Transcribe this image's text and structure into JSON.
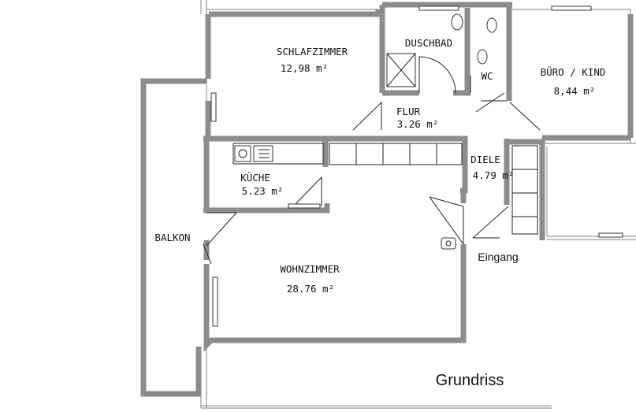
{
  "plan": {
    "title": "Grundriss",
    "entrance_label": "Eingang",
    "rooms": [
      {
        "id": "schlafzimmer",
        "name": "SCHLAFZIMMER",
        "area": "12,98 m²"
      },
      {
        "id": "duschbad",
        "name": "DUSCHBAD",
        "area": ""
      },
      {
        "id": "wc",
        "name": "WC",
        "area": ""
      },
      {
        "id": "buero",
        "name": "BÜRO / KIND",
        "area": "8,44 m²"
      },
      {
        "id": "flur",
        "name": "FLUR",
        "area": "3.26 m²"
      },
      {
        "id": "kueche",
        "name": "KÜCHE",
        "area": "5.23 m²"
      },
      {
        "id": "diele",
        "name": "DIELE",
        "area": "4.79 m²"
      },
      {
        "id": "wohnzimmer",
        "name": "WOHNZIMMER",
        "area": "28.76 m²"
      },
      {
        "id": "balkon",
        "name": "BALKON",
        "area": ""
      }
    ]
  }
}
